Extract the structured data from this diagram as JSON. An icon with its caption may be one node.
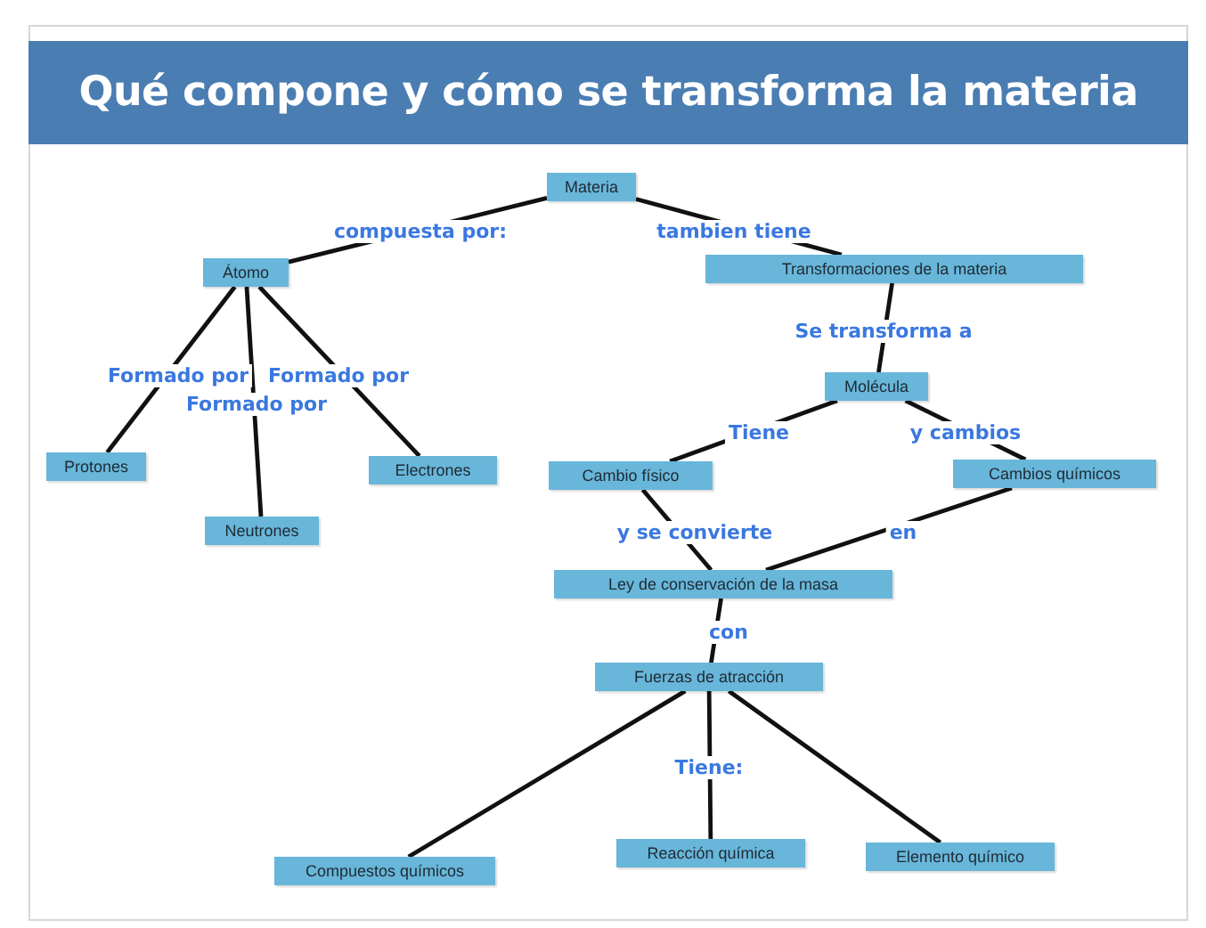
{
  "diagram": {
    "title": "Qué compone y cómo se transforma la materia",
    "nodes": [
      {
        "text": [
          "Materia"
        ]
      },
      {
        "text": [
          "Átomo"
        ]
      },
      {
        "text": [
          "Protones"
        ]
      },
      {
        "text": [
          "Neutrones"
        ]
      },
      {
        "text": [
          "Electrones"
        ]
      },
      {
        "text": [
          "Transformaciones de la materia"
        ]
      },
      {
        "text": [
          "Molécula"
        ]
      },
      {
        "text": [
          "Cambio físico"
        ]
      },
      {
        "text": [
          "Cambios químicos"
        ]
      },
      {
        "text": [
          "Ley de conservación de la masa"
        ]
      },
      {
        "text": [
          "Fuerzas de atracción"
        ]
      },
      {
        "text": [
          "Compuestos químicos"
        ]
      },
      {
        "text": [
          "Reacción química"
        ]
      },
      {
        "text": [
          "Elemento químico"
        ]
      }
    ],
    "edges": [
      {
        "from": 0,
        "to": 1,
        "arrow": "none",
        "label": "compuesta por:"
      },
      {
        "from": 0,
        "to": 5,
        "arrow": "none",
        "label": "tambien tiene"
      },
      {
        "from": 1,
        "to": 2,
        "arrow": "none",
        "label": "Formado por"
      },
      {
        "from": 1,
        "to": 3,
        "arrow": "none",
        "label": "Formado por"
      },
      {
        "from": 1,
        "to": 4,
        "arrow": "none",
        "label": "Formado por"
      },
      {
        "from": 5,
        "to": 6,
        "arrow": "none",
        "label": "Se transforma a"
      },
      {
        "from": 6,
        "to": 7,
        "arrow": "none",
        "label": "Tiene"
      },
      {
        "from": 6,
        "to": 8,
        "arrow": "none",
        "label": "y cambios"
      },
      {
        "from": 7,
        "to": 9,
        "arrow": "none",
        "label": "y se convierte"
      },
      {
        "from": 8,
        "to": 9,
        "arrow": "none",
        "label": "en"
      },
      {
        "from": 9,
        "to": 10,
        "arrow": "none",
        "label": "con"
      },
      {
        "from": 10,
        "to": 11,
        "arrow": "none"
      },
      {
        "from": 10,
        "to": 12,
        "arrow": "none",
        "label": "Tiene:"
      },
      {
        "from": 10,
        "to": 13,
        "arrow": "none"
      }
    ]
  }
}
